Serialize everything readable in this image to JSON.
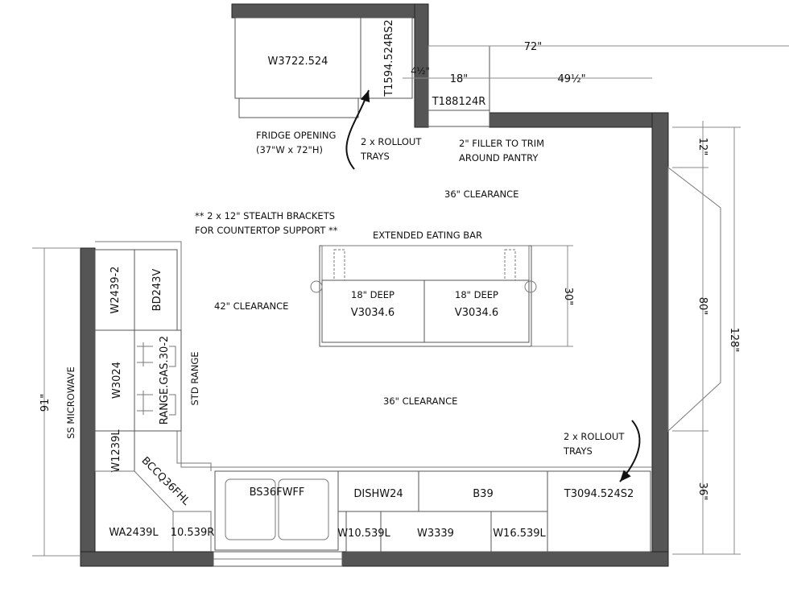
{
  "title": "Kitchen floor plan",
  "colors": {
    "wall": "#555555",
    "line": "#555555",
    "background": "#ffffff"
  },
  "cabinets": {
    "fridge_wall": "W3722.524",
    "tall_left": "T1594.524RS2",
    "pantry": "T188124R",
    "left_upper_wall": "W2439-2",
    "left_upper_base": "BD243V",
    "range_wall": "W3024",
    "range": "RANGE.GAS.30-2",
    "left_lower_wall": "W1239L",
    "corner_base": "BCCQ36FHL",
    "corner_wall": "WA2439L",
    "filler_right": "10.539R",
    "sink": "BS36FWFF",
    "dishwasher": "DISHW24",
    "base_39": "B39",
    "tall_right": "T3094.524S2",
    "wall_10": "W10.539L",
    "wall_33": "W3339",
    "wall_16": "W16.539L",
    "island_left": "V3034.6",
    "island_right": "V3034.6",
    "island_left_depth": "18\" DEEP",
    "island_right_depth": "18\" DEEP"
  },
  "notes": {
    "fridge_opening_1": "FRIDGE OPENING",
    "fridge_opening_2": "(37\"W x 72\"H)",
    "rollout_top_1": "2 x ROLLOUT",
    "rollout_top_2": "TRAYS",
    "filler_1": "2\" FILLER TO TRIM",
    "filler_2": "AROUND PANTRY",
    "clearance_top": "36\" CLEARANCE",
    "brackets_1": "** 2 x 12\" STEALTH BRACKETS",
    "brackets_2": "FOR COUNTERTOP SUPPORT **",
    "eating_bar": "EXTENDED EATING BAR",
    "clearance_left": "42\" CLEARANCE",
    "clearance_bottom": "36\" CLEARANCE",
    "std_range": "STD RANGE",
    "microwave": "SS MICROWAVE",
    "rollout_bottom_1": "2 x ROLLOUT",
    "rollout_bottom_2": "TRAYS"
  },
  "dimensions": {
    "top_72": "72\"",
    "pantry_18": "18\"",
    "offset_4_5": "4½\"",
    "span_49_5": "49½\"",
    "island_30": "30\"",
    "right_12": "12\"",
    "right_80": "80\"",
    "right_36": "36\"",
    "right_128": "128\"",
    "left_91": "91\""
  }
}
